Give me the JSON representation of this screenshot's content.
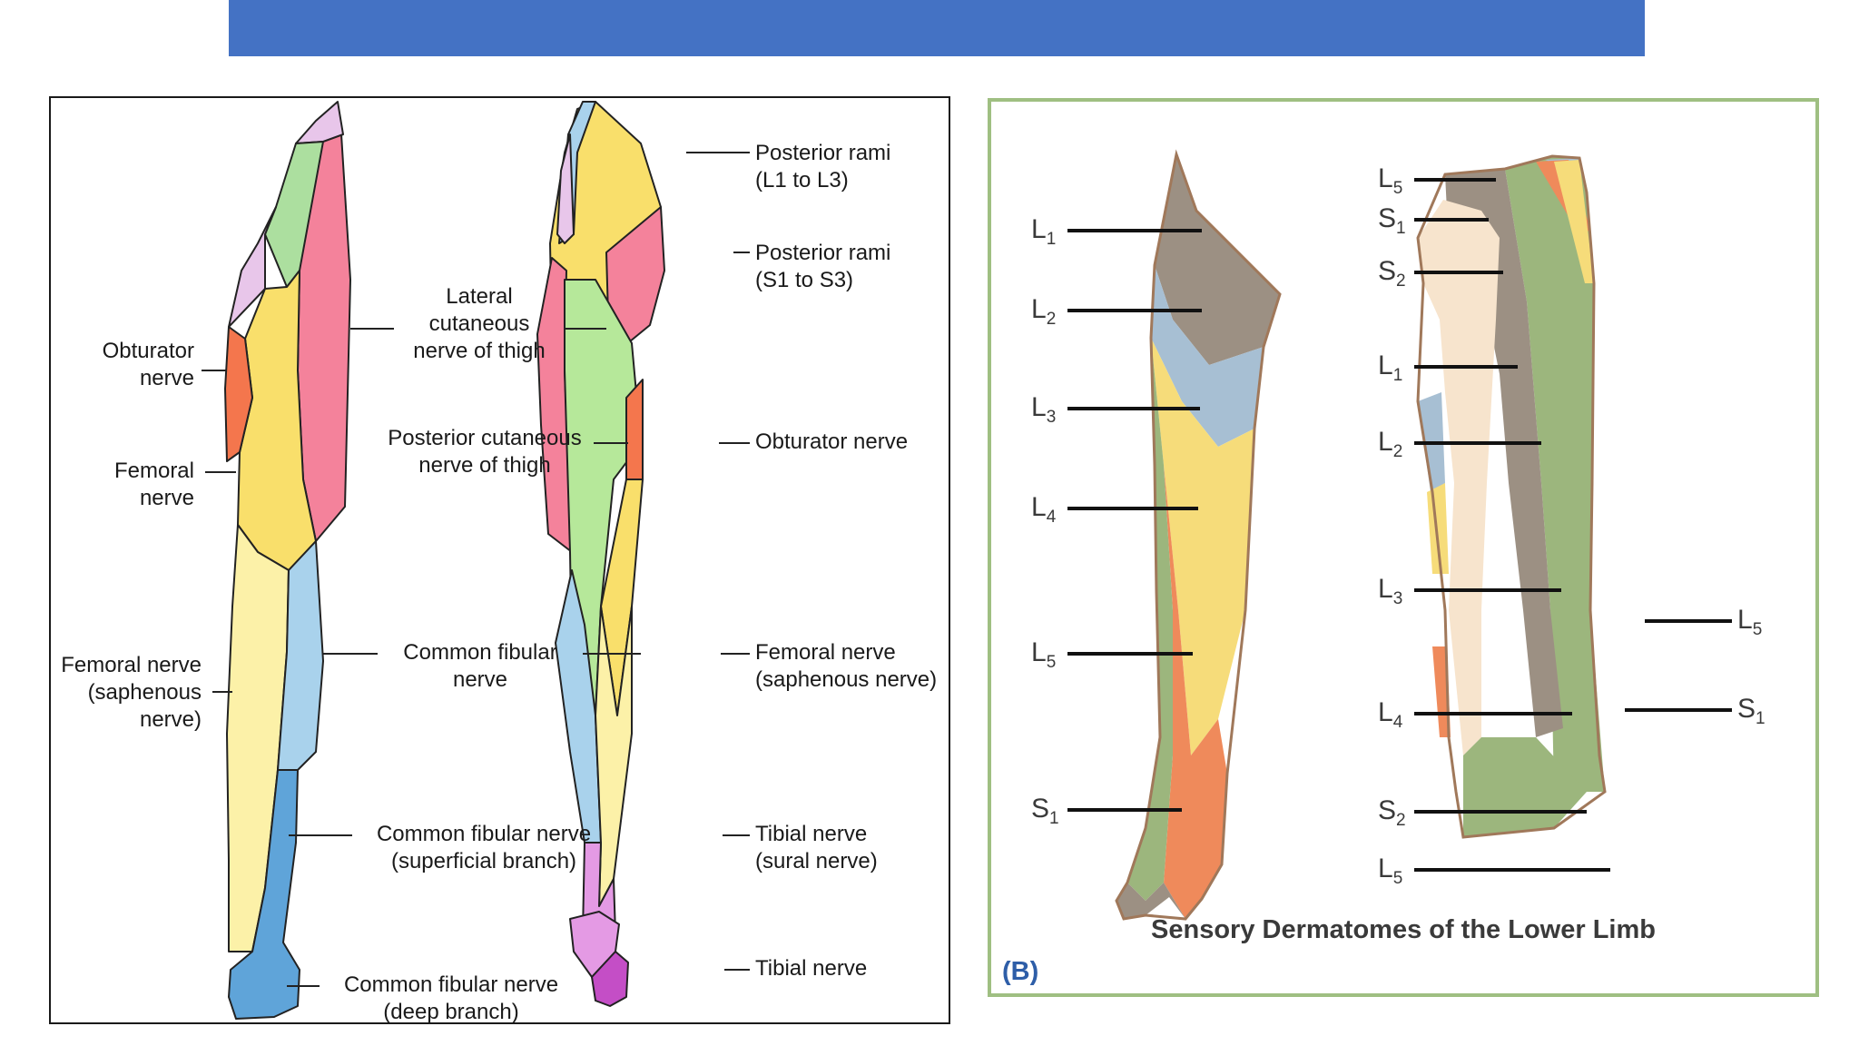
{
  "slide": {
    "title": ""
  },
  "panel_a": {
    "left_labels": {
      "obturator": "Obturator\nnerve",
      "femoral": "Femoral\nnerve",
      "saphenous": "Femoral nerve\n(saphenous\nnerve)"
    },
    "center_labels": {
      "lateral_cutaneous": "Lateral\ncutaneous\nnerve of thigh",
      "posterior_cutaneous": "Posterior cutaneous\nnerve of thigh",
      "common_fibular": "Common fibular\nnerve",
      "superficial_branch": "Common fibular nerve\n(superficial branch)",
      "deep_branch": "Common fibular nerve\n(deep branch)"
    },
    "right_labels": {
      "posterior_rami_l": "Posterior rami\n(L1 to L3)",
      "posterior_rami_s": "Posterior rami\n(S1 to S3)",
      "obturator_nerve": "Obturator nerve",
      "femoral_saphenous": "Femoral nerve\n(saphenous nerve)",
      "tibial_sural": "Tibial nerve\n(sural nerve)",
      "tibial": "Tibial nerve"
    },
    "colors": {
      "pink": "#f4829b",
      "lavender": "#e8c6ea",
      "mint": "#acdf9f",
      "yellow": "#f9df6b",
      "light_yellow": "#fcf1a8",
      "orange": "#f4764d",
      "light_blue": "#a9d2ec",
      "blue": "#5fa4d9",
      "green": "#b6e89a",
      "magenta": "#e49ae4",
      "purple": "#c44ec6"
    }
  },
  "panel_b": {
    "left_leg_labels": [
      {
        "base": "L",
        "sub": "1"
      },
      {
        "base": "L",
        "sub": "2"
      },
      {
        "base": "L",
        "sub": "3"
      },
      {
        "base": "L",
        "sub": "4"
      },
      {
        "base": "L",
        "sub": "5"
      },
      {
        "base": "S",
        "sub": "1"
      }
    ],
    "right_leg_left_labels": [
      {
        "base": "L",
        "sub": "5"
      },
      {
        "base": "S",
        "sub": "1"
      },
      {
        "base": "S",
        "sub": "2"
      },
      {
        "base": "L",
        "sub": "1"
      },
      {
        "base": "L",
        "sub": "2"
      },
      {
        "base": "L",
        "sub": "3"
      },
      {
        "base": "L",
        "sub": "4"
      },
      {
        "base": "S",
        "sub": "2"
      },
      {
        "base": "L",
        "sub": "5"
      }
    ],
    "right_leg_right_labels": [
      {
        "base": "L",
        "sub": "5"
      },
      {
        "base": "S",
        "sub": "1"
      }
    ],
    "caption": "Sensory Dermatomes of the Lower Limb",
    "panel_tag": "(B)",
    "colors": {
      "gray": "#9c9083",
      "blue": "#a7bfd3",
      "yellow": "#f6dc7a",
      "orange": "#ef8a5b",
      "green": "#9cb67d",
      "cream": "#f7e4cd",
      "outline": "#a0785a"
    }
  }
}
